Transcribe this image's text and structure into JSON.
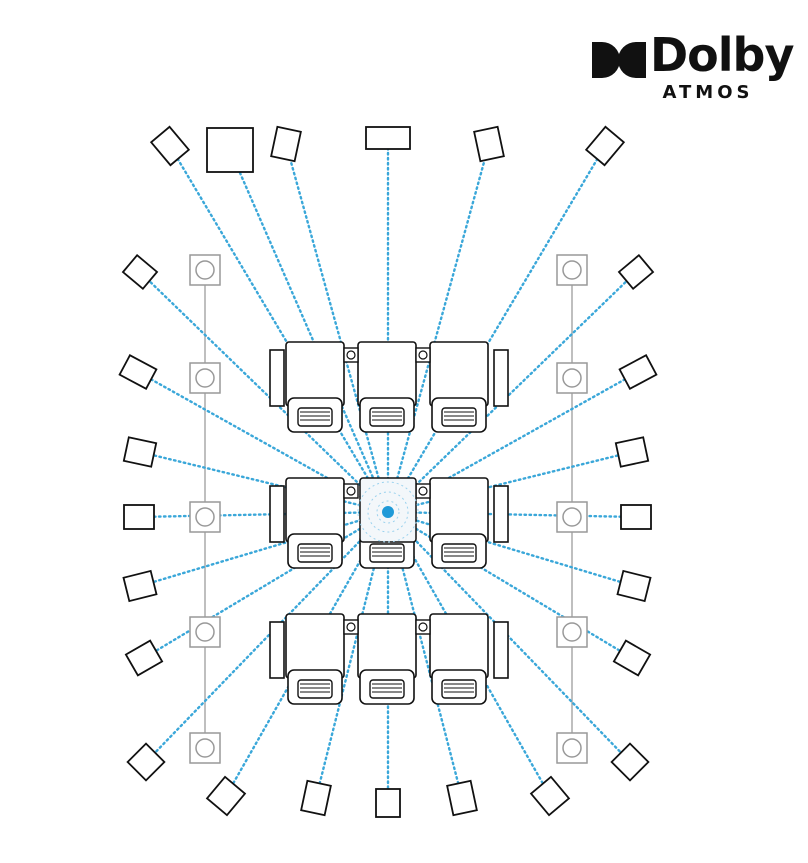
{
  "logo": {
    "brand": "Dolby",
    "sub": "ATMOS",
    "mark": "dolby-double-d-icon"
  },
  "colors": {
    "line": "#3aa7d9",
    "dot": "#1f9ad8",
    "ink": "#111111",
    "gray": "#9a9a9a"
  },
  "listener": {
    "name": "center-listener"
  }
}
